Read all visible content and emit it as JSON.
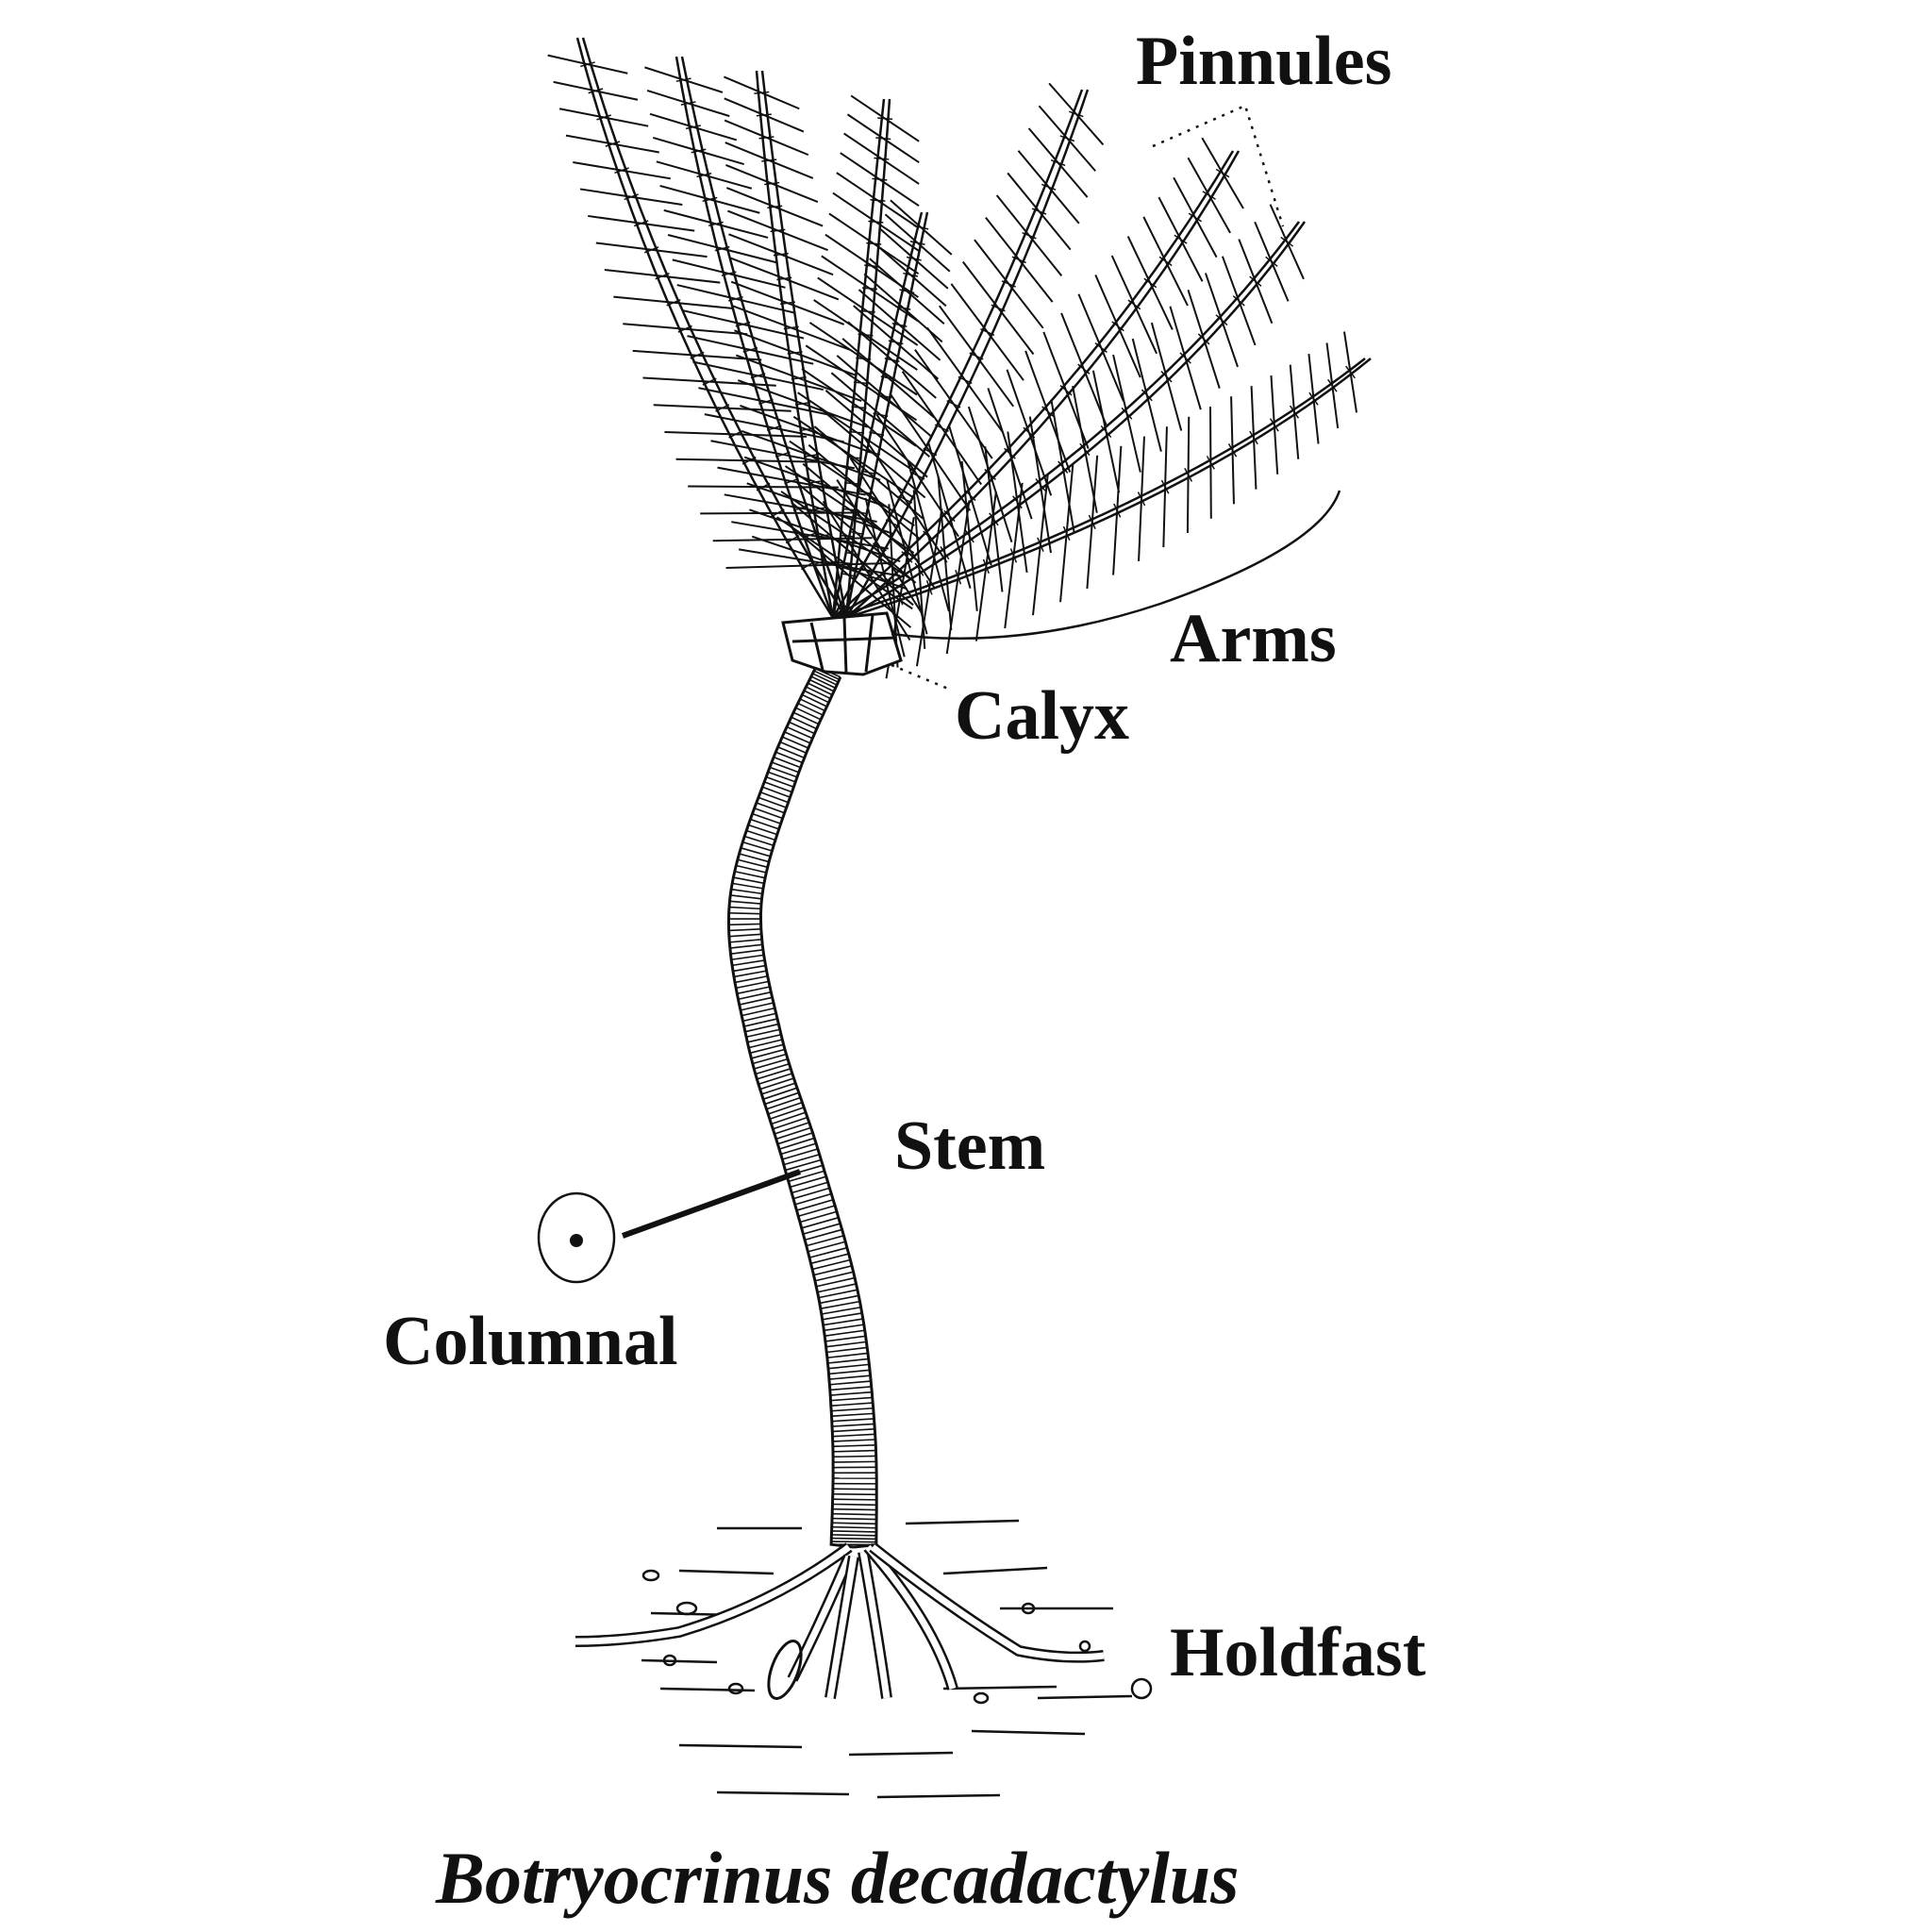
{
  "labels": {
    "pinnules": "Pinnules",
    "arms": "Arms",
    "calyx": "Calyx",
    "stem": "Stem",
    "columnal": "Columnal",
    "holdfast": "Holdfast"
  },
  "caption": "Botryocrinus decadactylus",
  "colors": {
    "ink": "#111111",
    "paper": "#ffffff"
  }
}
